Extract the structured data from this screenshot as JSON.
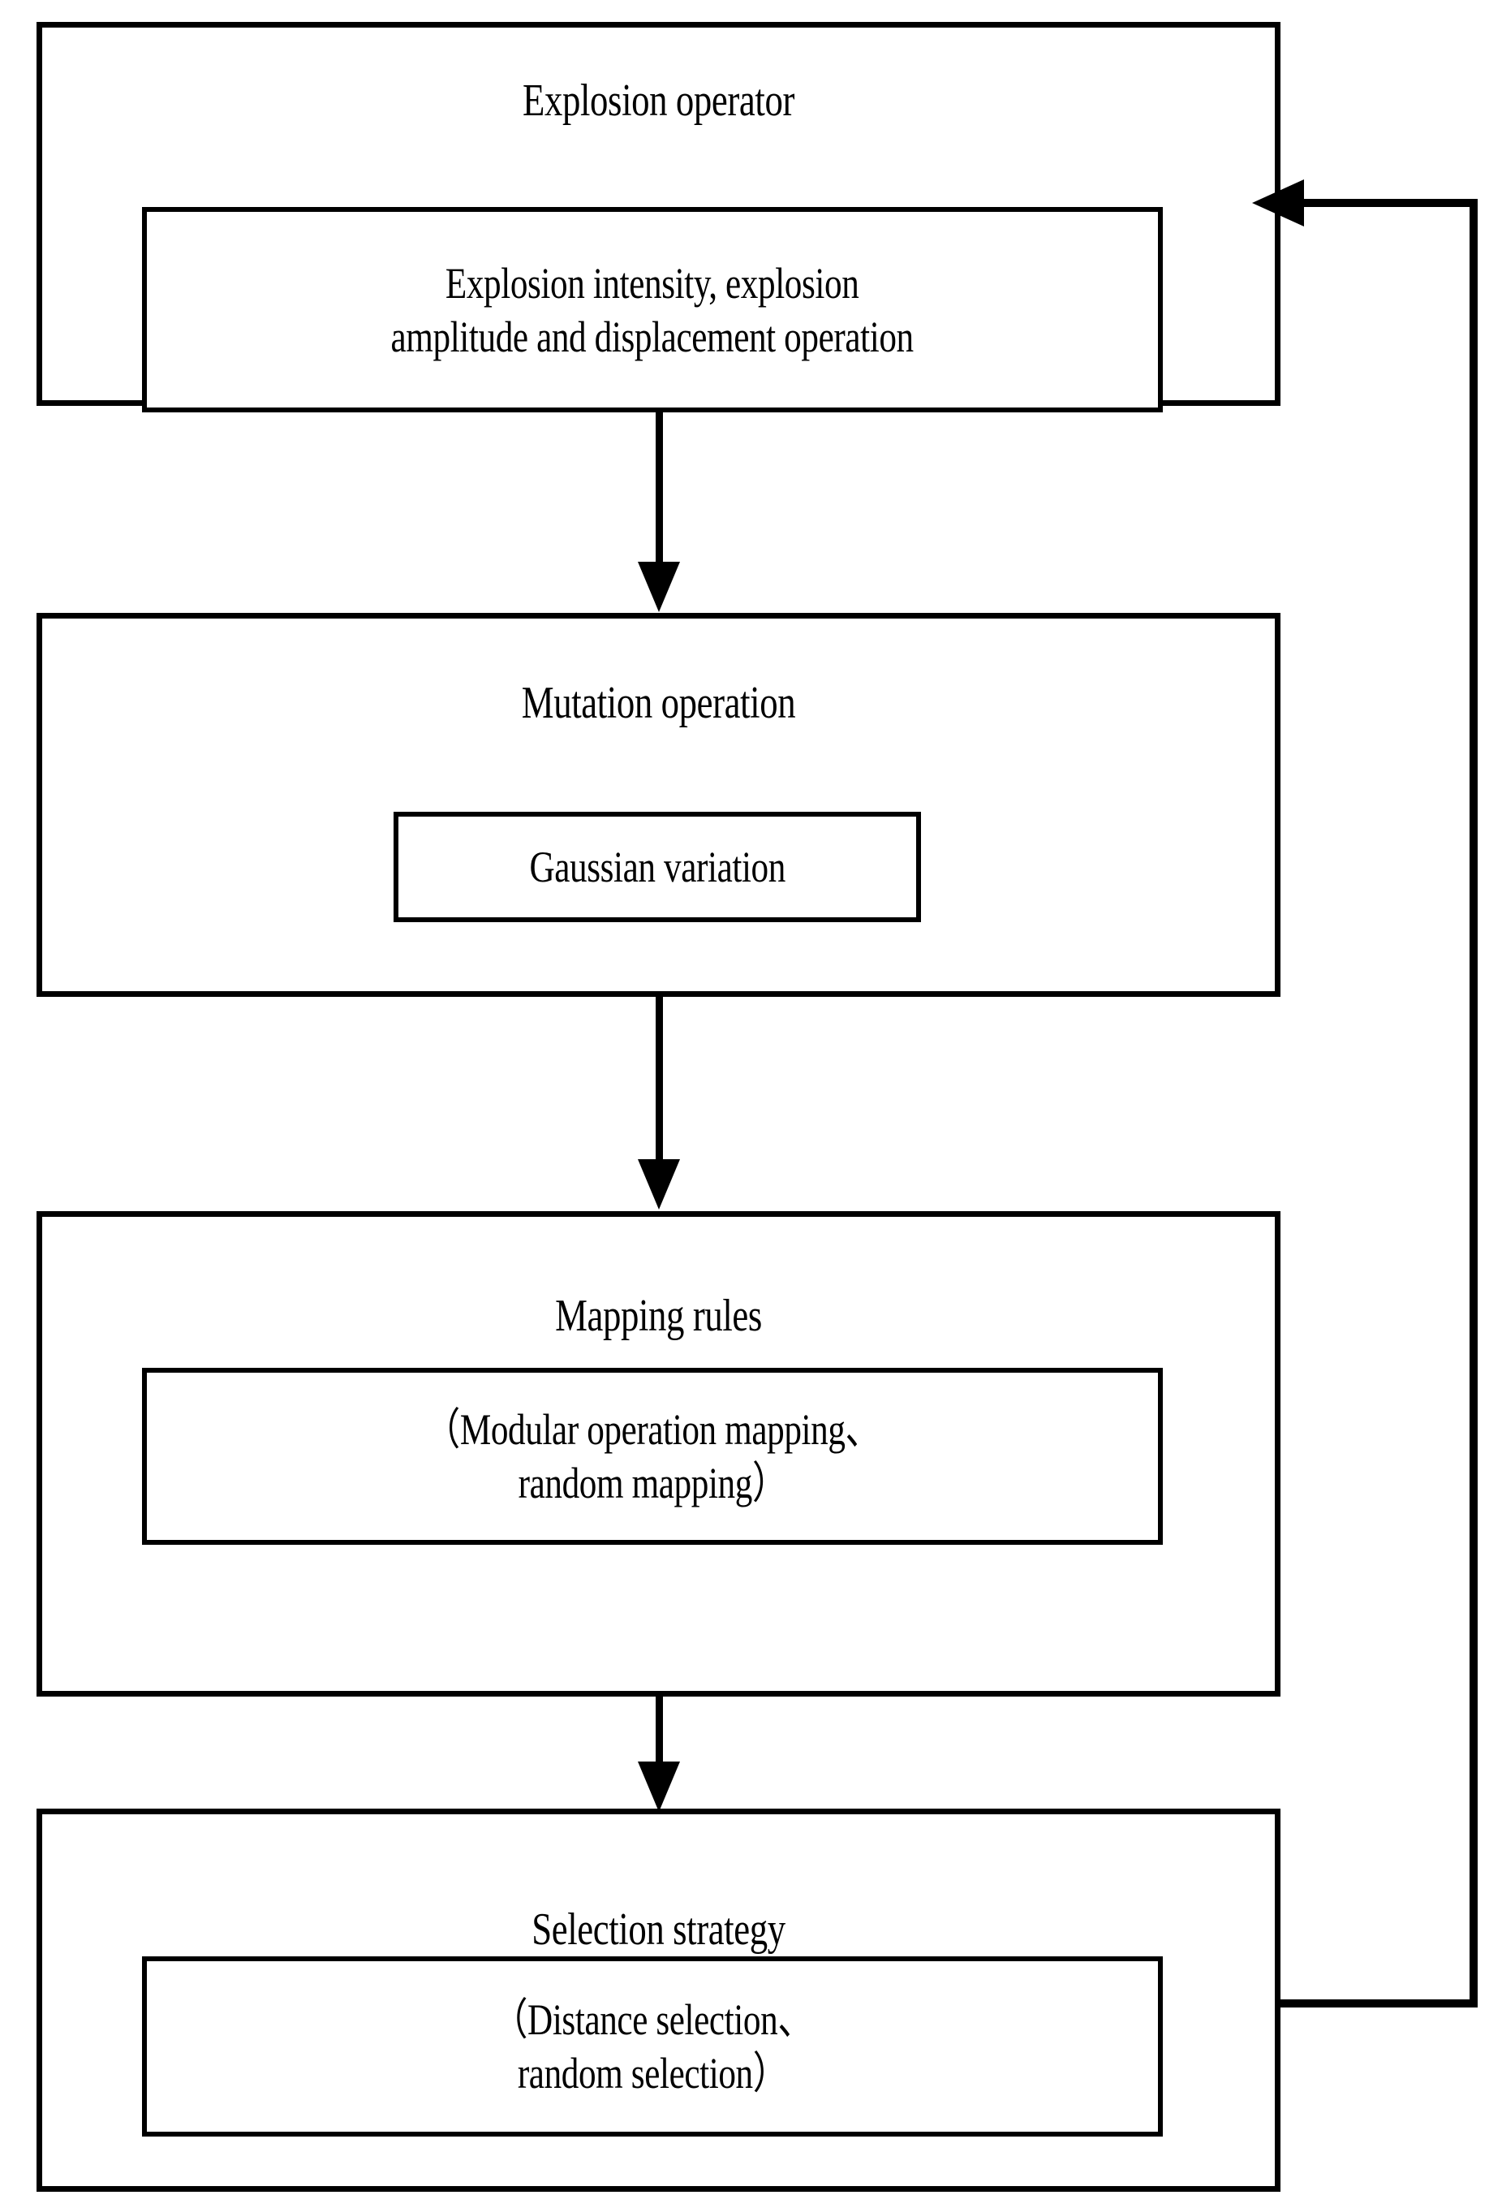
{
  "diagram": {
    "type": "flowchart",
    "orientation": "top-to-bottom",
    "background_color": "#ffffff",
    "line_color": "#000000",
    "nodes": [
      {
        "id": "explosion-operator",
        "title": "Explosion operator",
        "sub": {
          "id": "explosion-detail",
          "line1": "Explosion intensity, explosion",
          "line2": "amplitude and displacement operation"
        }
      },
      {
        "id": "mutation-operation",
        "title": "Mutation operation",
        "sub": {
          "id": "gaussian-variation",
          "line1": "Gaussian variation",
          "line2": ""
        }
      },
      {
        "id": "mapping-rules",
        "title": "Mapping rules",
        "sub": {
          "id": "mapping-detail",
          "line1": "（Modular operation mapping、",
          "line2": "random mapping）"
        }
      },
      {
        "id": "selection-strategy",
        "title": "Selection strategy",
        "sub": {
          "id": "selection-detail",
          "line1": "（Distance selection、",
          "line2": "random selection）"
        }
      }
    ],
    "edges": [
      {
        "id": "edge-1",
        "from": "explosion-operator",
        "to": "mutation-operation",
        "style": "straight-down-arrow"
      },
      {
        "id": "edge-2",
        "from": "mutation-operation",
        "to": "mapping-rules",
        "style": "straight-down-arrow"
      },
      {
        "id": "edge-3",
        "from": "mapping-rules",
        "to": "selection-strategy",
        "style": "straight-down-arrow"
      },
      {
        "id": "edge-feedback",
        "from": "selection-strategy",
        "to": "explosion-operator",
        "style": "right-up-left-loop-arrow"
      }
    ]
  }
}
